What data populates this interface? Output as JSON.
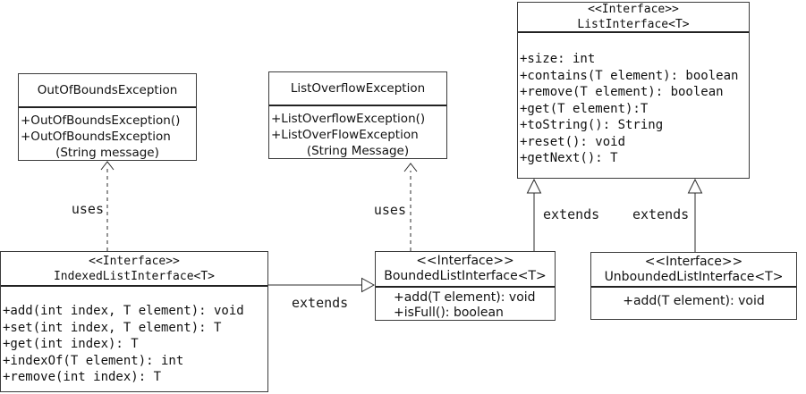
{
  "diagram": {
    "background_color": "#ffffff",
    "line_color": "#3c3c3c",
    "text_color": "#111111",
    "classes": [
      {
        "name": "OutOfBoundsException",
        "title_lines": [
          "OutOfBoundsException"
        ],
        "members": [
          "+OutOfBoundsException()",
          "+OutOfBoundsException",
          "(String message)"
        ]
      },
      {
        "name": "ListOverflowException",
        "title_lines": [
          "ListOverflowException"
        ],
        "members": [
          "+ListOverflowException()",
          "+ListOverFlowException",
          "(String Message)"
        ]
      },
      {
        "name": "ListInterface",
        "title_lines": [
          "<<Interface>>",
          "ListInterface<T>"
        ],
        "members": [
          "+size: int",
          "+contains(T element): boolean",
          "+remove(T element): boolean",
          "+get(T element):T",
          "+toString(): String",
          "+reset(): void",
          "+getNext(): T"
        ]
      },
      {
        "name": "IndexedListInterface",
        "title_lines": [
          "<<Interface>>",
          "IndexedListInterface<T>"
        ],
        "members": [
          "+add(int index, T element): void",
          "+set(int index, T element): T",
          "+get(int index): T",
          "+indexOf(T element): int",
          "+remove(int index): T"
        ]
      },
      {
        "name": "BoundedListInterface",
        "title_lines": [
          "<<Interface>>",
          "BoundedListInterface<T>"
        ],
        "members": [
          "+add(T element): void",
          "+isFull(): boolean"
        ]
      },
      {
        "name": "UnboundedListInterface",
        "title_lines": [
          "<<Interface>>",
          "UnboundedListInterface<T>"
        ],
        "members": [
          "+add(T element): void"
        ]
      }
    ],
    "relationships": [
      {
        "from": "IndexedListInterface",
        "to": "OutOfBoundsException",
        "type": "dependency",
        "label": "uses"
      },
      {
        "from": "BoundedListInterface",
        "to": "ListOverflowException",
        "type": "dependency",
        "label": "uses"
      },
      {
        "from": "BoundedListInterface",
        "to": "ListInterface",
        "type": "generalization",
        "label": "extends"
      },
      {
        "from": "UnboundedListInterface",
        "to": "ListInterface",
        "type": "generalization",
        "label": "extends"
      },
      {
        "from": "IndexedListInterface",
        "to": "BoundedListInterface",
        "type": "generalization",
        "label": "extends"
      }
    ]
  }
}
